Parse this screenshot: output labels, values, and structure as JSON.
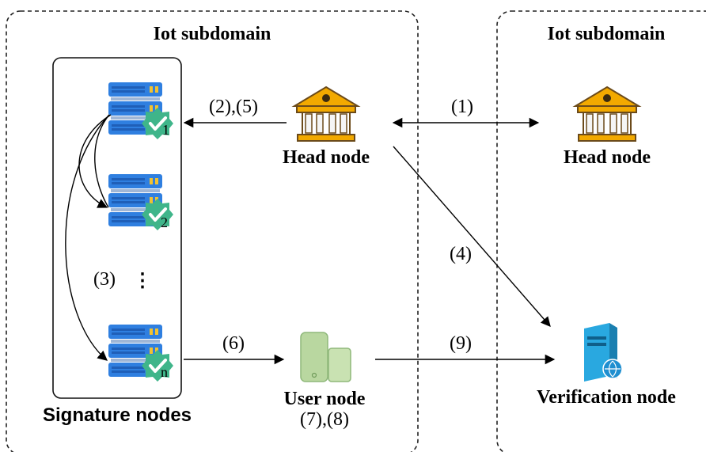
{
  "left_domain": {
    "title": "Iot subdomain"
  },
  "right_domain": {
    "title": "Iot subdomain"
  },
  "signature_group": {
    "label": "Signature nodes",
    "servers": [
      {
        "index_label": "1"
      },
      {
        "index_label": "2"
      },
      {
        "index_label": "n"
      }
    ],
    "ellipsis": "⋮",
    "step_label": "(3)"
  },
  "nodes": {
    "head_left": {
      "label": "Head node"
    },
    "head_right": {
      "label": "Head node"
    },
    "user": {
      "label": "User node",
      "sublabel": "(7),(8)"
    },
    "verification": {
      "label": "Verification node"
    }
  },
  "edges": {
    "e1": "(1)",
    "e25": "(2),(5)",
    "e4": "(4)",
    "e6": "(6)",
    "e9": "(9)"
  },
  "colors": {
    "server_blue": "#2f7fe0",
    "server_dark": "#1f5fb8",
    "check_green": "#3fb58a",
    "bank_gold": "#f2a900",
    "bank_brown": "#6b4a1a",
    "phone_green": "#b9d7a0",
    "pc_blue": "#29a8e0"
  }
}
